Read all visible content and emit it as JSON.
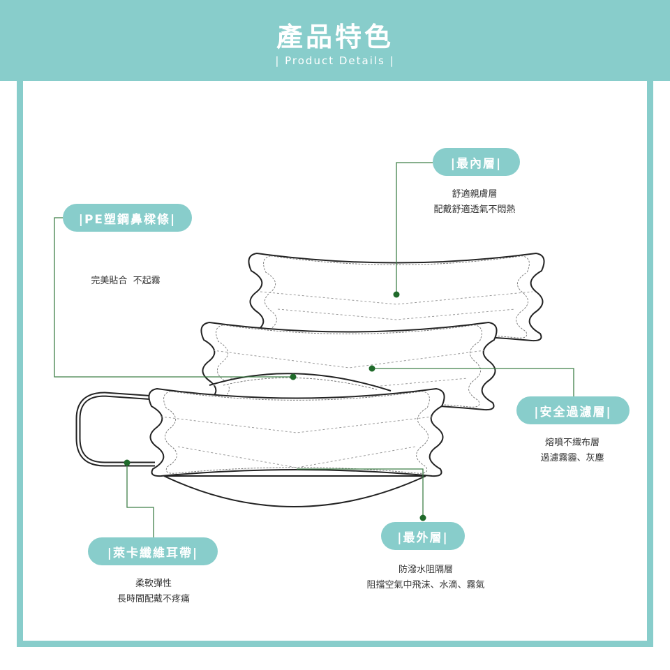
{
  "header": {
    "title": "產品特色",
    "subtitle": "| Product Details |"
  },
  "callouts": [
    {
      "label": "|最內層|",
      "lines": [
        "舒適親膚層",
        "配戴舒適透氣不悶熱"
      ]
    },
    {
      "label": "|PE塑鋼鼻樑條|",
      "lines": [
        "完美貼合  不起霧"
      ]
    },
    {
      "label": "|安全過濾層|",
      "lines": [
        "熔噴不織布層",
        "過濾霧霾、灰塵"
      ]
    },
    {
      "label": "|萊卡纖維耳帶|",
      "lines": [
        "柔軟彈性",
        "長時間配戴不疼痛"
      ]
    },
    {
      "label": "|最外層|",
      "lines": [
        "防潑水阻隔層",
        "阻擋空氣中飛沫、水滴、霧氣"
      ]
    }
  ],
  "colors": {
    "teal": "#88cdcb",
    "line": "#3f7f48",
    "dot": "#1f6a2a"
  }
}
